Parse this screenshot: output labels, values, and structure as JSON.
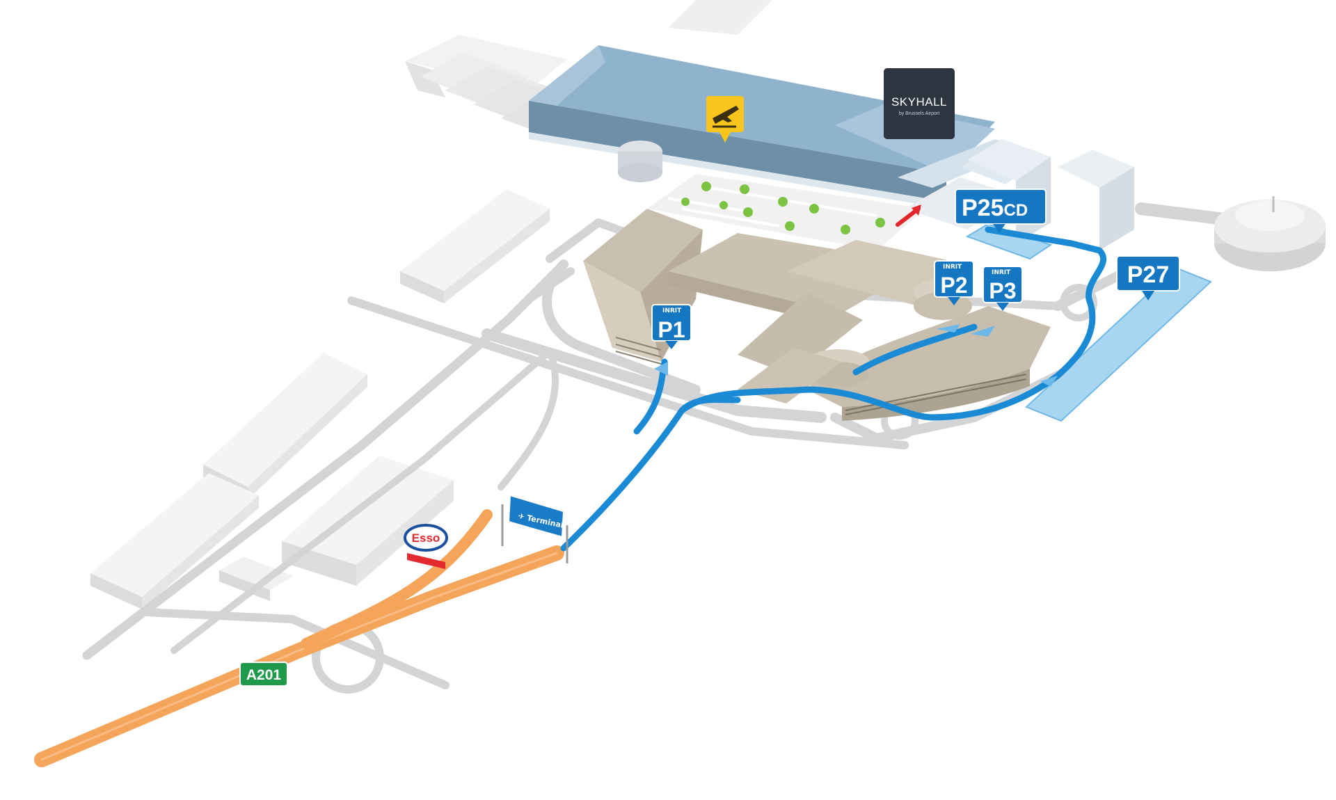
{
  "map": {
    "brand": {
      "name": "SKYHALL",
      "subtitle": "by Brussels Airport"
    },
    "road_badge": "A201",
    "fuel_station": "Esso",
    "parking_pins": [
      {
        "id": "p1",
        "label": "P1",
        "sublabel": "INRIT"
      },
      {
        "id": "p2",
        "label": "P2",
        "sublabel": "INRIT"
      },
      {
        "id": "p3",
        "label": "P3",
        "sublabel": "INRIT"
      },
      {
        "id": "p25",
        "label": "P25",
        "suffix": "CD",
        "sublabel": ""
      },
      {
        "id": "p27",
        "label": "P27",
        "sublabel": ""
      }
    ],
    "signpost_text": "✈ Terminal",
    "icons": {
      "departures": "airplane-departure-icon",
      "arrow": "red-arrow-icon"
    },
    "colors": {
      "route_blue": "#1a8ad4",
      "pin_blue": "#1577c2",
      "motorway_orange": "#f5a55a",
      "road_grey": "#d3d4d6",
      "building_grey": "#ececec",
      "terminal_blue": "#8fb2cd",
      "parking_beige": "#c9bfae",
      "skyhall_dark": "#2c3540",
      "departures_yellow": "#f7c51c",
      "badge_green": "#1f9a4a",
      "esso_red": "#e32a2f"
    }
  }
}
